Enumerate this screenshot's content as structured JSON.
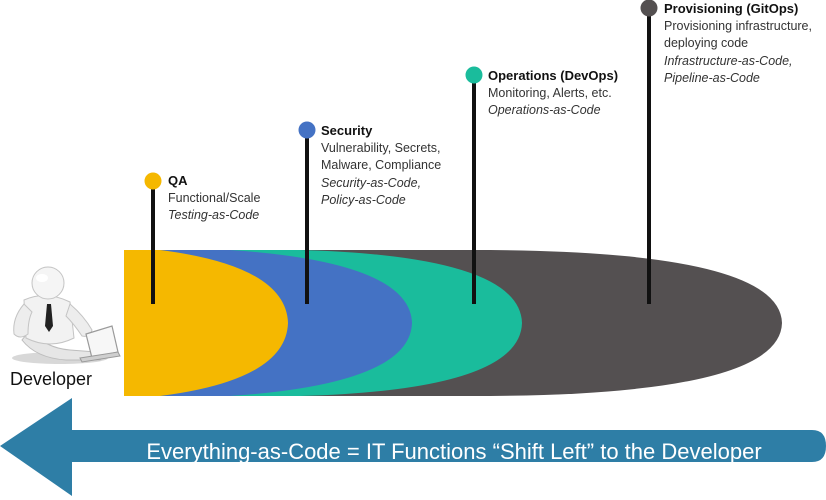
{
  "stages": [
    {
      "name": "QA",
      "lines": [
        "Functional/Scale"
      ],
      "italic_lines": [
        "Testing-as-Code"
      ],
      "color": "#F5B800"
    },
    {
      "name": "Security",
      "lines": [
        "Vulnerability, Secrets,",
        "Malware, Compliance"
      ],
      "italic_lines": [
        "Security-as-Code,",
        "Policy-as-Code"
      ],
      "color": "#4472C4"
    },
    {
      "name": "Operations (DevOps)",
      "lines": [
        "Monitoring, Alerts, etc."
      ],
      "italic_lines": [
        "Operations-as-Code"
      ],
      "color": "#1ABC9C"
    },
    {
      "name": "Provisioning (GitOps)",
      "lines": [
        "Provisioning infrastructure,",
        "deploying code"
      ],
      "italic_lines": [
        "Infrastructure-as-Code,",
        "Pipeline-as-Code"
      ],
      "color": "#545051"
    }
  ],
  "developer": {
    "label": "Developer"
  },
  "banner": {
    "text": "Everything-as-Code = IT Functions “Shift Left” to the Developer",
    "color": "#2E7EA6"
  }
}
